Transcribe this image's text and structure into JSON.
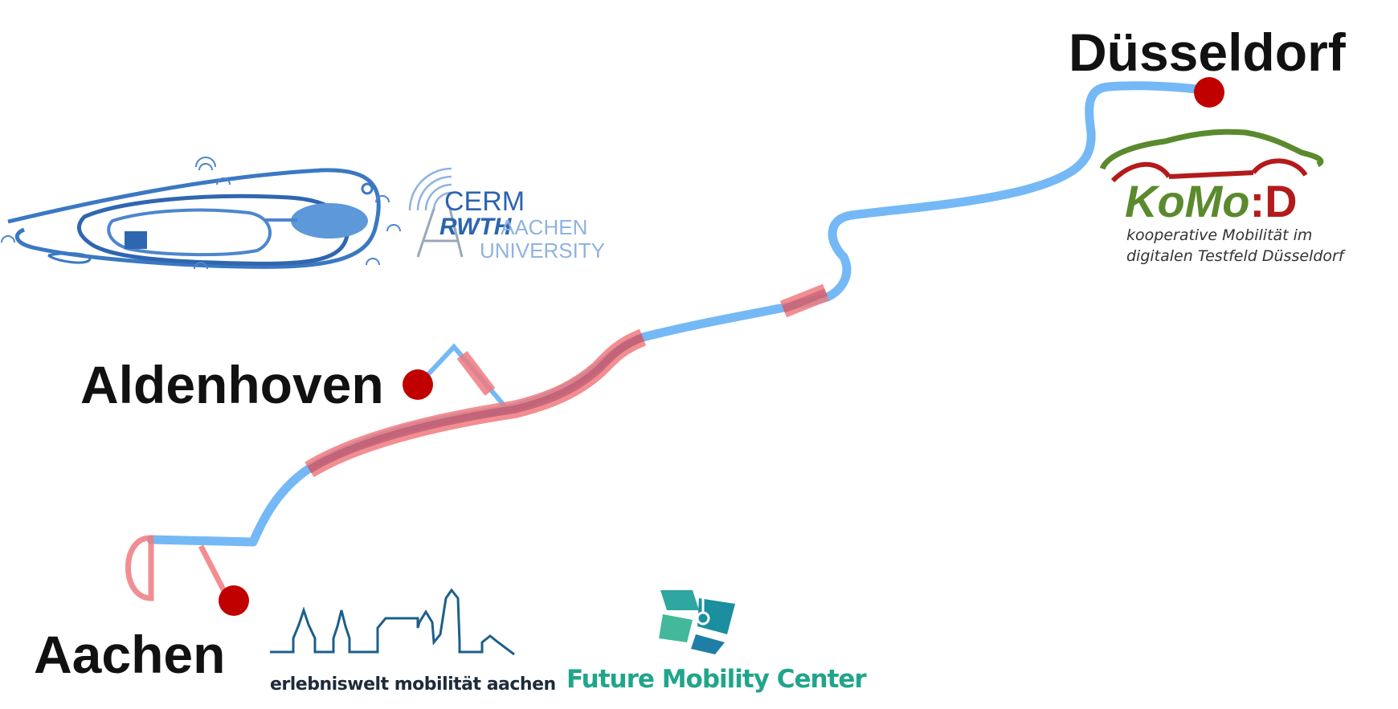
{
  "cities": {
    "duesseldorf": "Düsseldorf",
    "aldenhoven": "Aldenhoven",
    "aachen": "Aachen"
  },
  "logos": {
    "cerm": {
      "line1": "CERM",
      "line2": "RWTH",
      "line3": "AACHEN",
      "line4": "UNIVERSITY"
    },
    "komod": {
      "word_ko": "KoMo",
      "word_colon": ":",
      "word_d": "D",
      "tagline1": "kooperative Mobilität im",
      "tagline2": "digitalen Testfeld Düsseldorf"
    },
    "eml": "erlebniswelt mobilität aachen",
    "fmc": "Future Mobility Center"
  },
  "colors": {
    "route": "#74b9f5",
    "highlight": "#f07a7f",
    "marker": "#c00000",
    "komod_green": "#5b8a2e",
    "komod_red": "#b31b1b",
    "cerm_blue": "#2c64ae",
    "fmc_green": "#21a58a"
  },
  "icons": [
    "location-marker-icon",
    "test-track-icon",
    "city-skyline-icon",
    "map-grid-icon",
    "car-silhouette-icon",
    "antenna-icon"
  ]
}
